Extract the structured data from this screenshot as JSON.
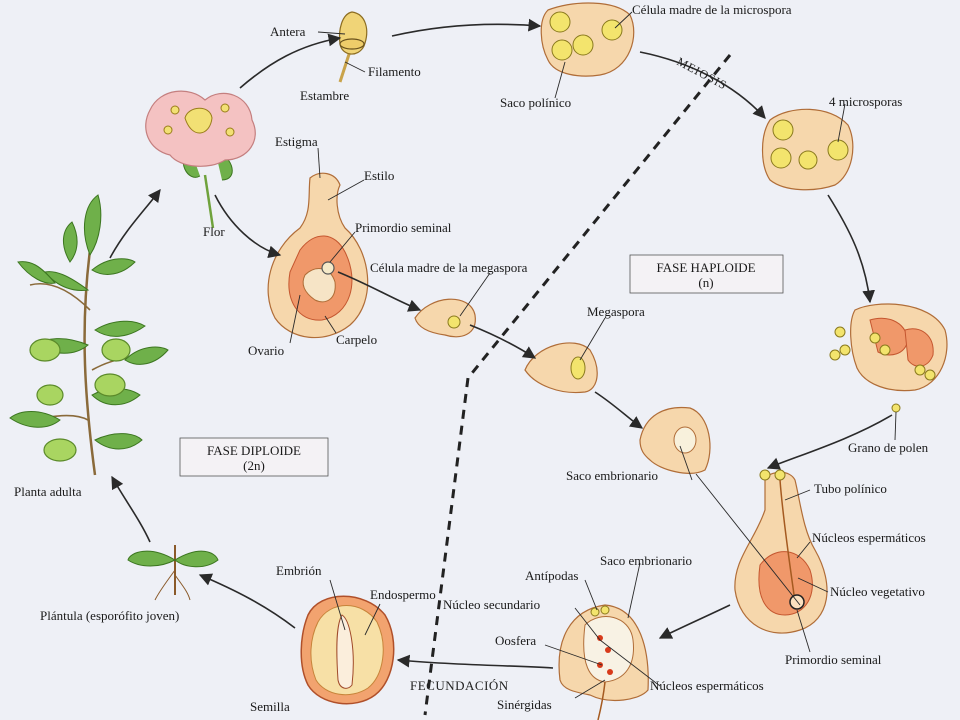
{
  "labels": {
    "antera": "Antera",
    "filamento": "Filamento",
    "estambre": "Estambre",
    "celula_madre_microspora": "Célula madre de la microspora",
    "saco_polinico": "Saco polínico",
    "meiosis": "MEIOSIS",
    "cuatro_microsporas": "4 microsporas",
    "flor": "Flor",
    "estigma": "Estigma",
    "estilo": "Estilo",
    "primordio_seminal": "Primordio seminal",
    "celula_madre_megaspora": "Célula madre de la megaspora",
    "ovario": "Ovario",
    "carpelo": "Carpelo",
    "megaspora": "Megaspora",
    "grano_de_polen": "Grano de polen",
    "saco_embrionario_1": "Saco embrionario",
    "tubo_polinico": "Tubo polínico",
    "nucleos_espermaticos_1": "Núcleos espermáticos",
    "nucleo_vegetativo": "Núcleo vegetativo",
    "primordio_seminal_2": "Primordio seminal",
    "saco_embrionario_2": "Saco embrionario",
    "antipodas": "Antípodas",
    "nucleo_secundario": "Núcleo secundario",
    "oosfera": "Oosfera",
    "nucleos_espermaticos_2": "Núcleos espermáticos",
    "sinergidas": "Sinérgidas",
    "fecundacion": "FECUNDACIÓN",
    "embrion": "Embrión",
    "endospermo": "Endospermo",
    "semilla": "Semilla",
    "plantula": "Plántula (esporófito joven)",
    "planta_adulta": "Planta adulta"
  },
  "boxes": {
    "fase_haploide_title": "FASE HAPLOIDE",
    "fase_haploide_sub": "(n)",
    "fase_diploide_title": "FASE DIPLOIDE",
    "fase_diploide_sub": "(2n)"
  },
  "colors": {
    "background": "#eef0f6",
    "tissue": "#f6d7ac",
    "tissue_inner": "#f0986a",
    "leaf": "#6fb04a",
    "fruit": "#9acd55",
    "pollen": "#f3e46d"
  }
}
